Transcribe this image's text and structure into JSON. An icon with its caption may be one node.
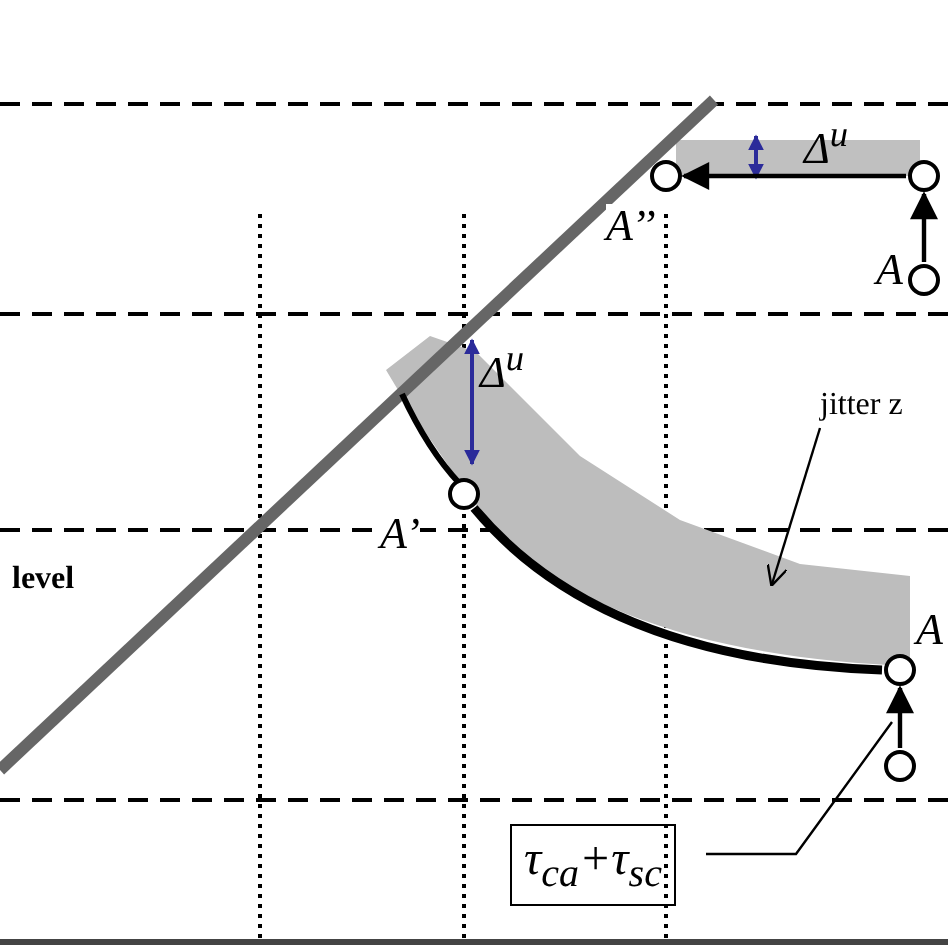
{
  "diagram": {
    "nodes": [
      {
        "text": [],
        "shape": "circle",
        "beside": [
          "A’’"
        ]
      },
      {
        "text": [],
        "shape": "circle"
      },
      {
        "text": [],
        "shape": "circle",
        "beside": [
          "A"
        ]
      },
      {
        "text": [
          "jitter z"
        ]
      },
      {
        "text": [],
        "shape": "circle",
        "beside": [
          "A’"
        ]
      },
      {
        "text": [],
        "shape": "circle",
        "beside": [
          "A"
        ]
      },
      {
        "text": [],
        "shape": "circle"
      },
      {
        "text": [
          "τ$_{ca}$+τ$_{sc}$"
        ]
      }
    ],
    "edges": [
      {
        "from": 1,
        "to": 0,
        "arrow": "to"
      },
      {
        "from": 2,
        "to": 1,
        "arrow": "to"
      },
      {
        "from": 3,
        "to": null,
        "arrow": "to"
      },
      {
        "from": 4,
        "to": 5,
        "arrow": "none",
        "style": "thick"
      },
      {
        "from": 6,
        "to": 5,
        "arrow": "to"
      },
      {
        "from": 7,
        "to": null,
        "arrow": "none"
      }
    ],
    "labels": [
      "Δ$^{u}$",
      "Δ$^{u}$",
      "level"
    ]
  }
}
